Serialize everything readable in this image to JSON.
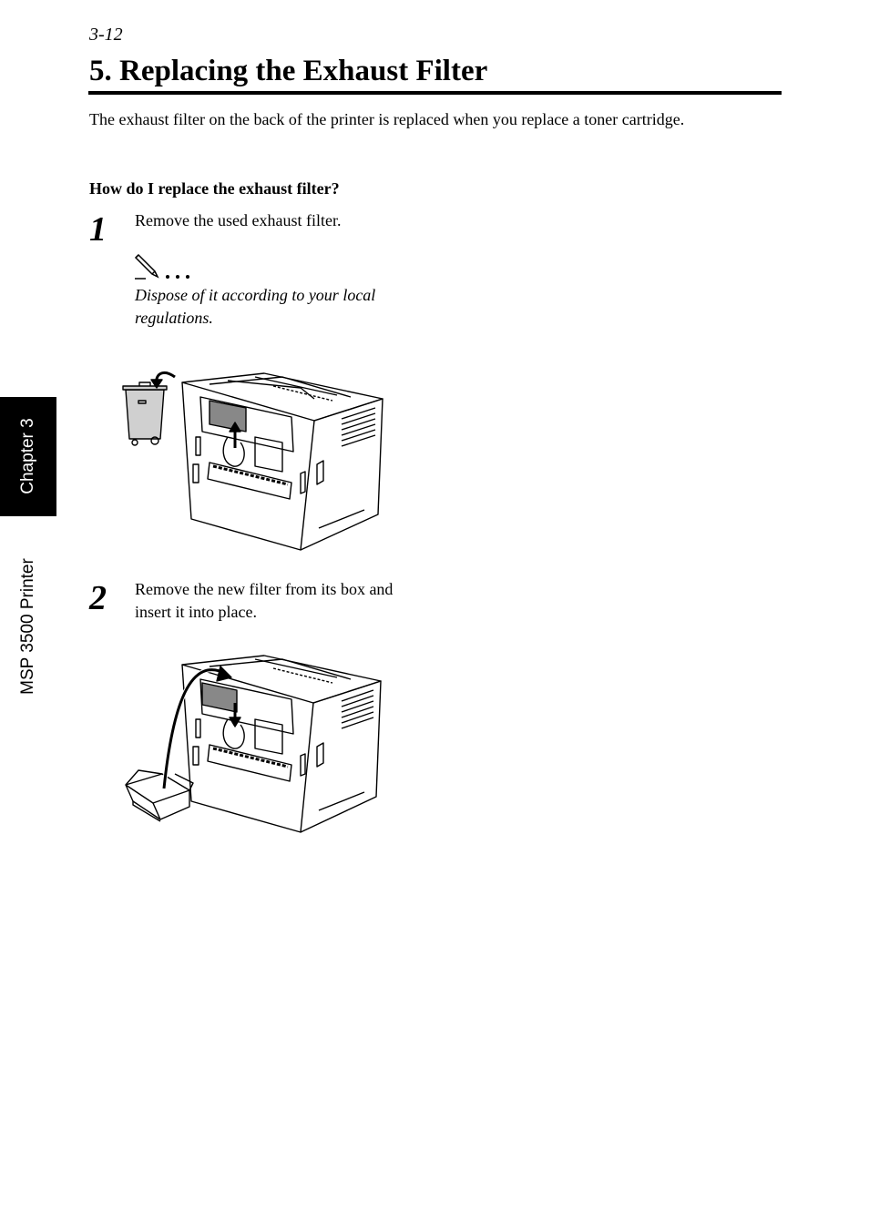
{
  "header": {
    "page_number": "3-12"
  },
  "title": "5. Replacing the Exhaust Filter",
  "intro": "The exhaust filter on the back of the printer is replaced when you replace a toner cartridge.",
  "subheading": "How do I replace the exhaust filter?",
  "steps": [
    {
      "number": "1",
      "text": "Remove the used exhaust filter.",
      "note": "Dispose of it according to your local regulations."
    },
    {
      "number": "2",
      "text": "Remove the new filter from its box and insert it into place."
    }
  ],
  "sidebar": {
    "tab_label": "Chapter 3",
    "product_label": "MSP 3500 Printer"
  },
  "icons": {
    "note": "pencil-note-icon"
  }
}
